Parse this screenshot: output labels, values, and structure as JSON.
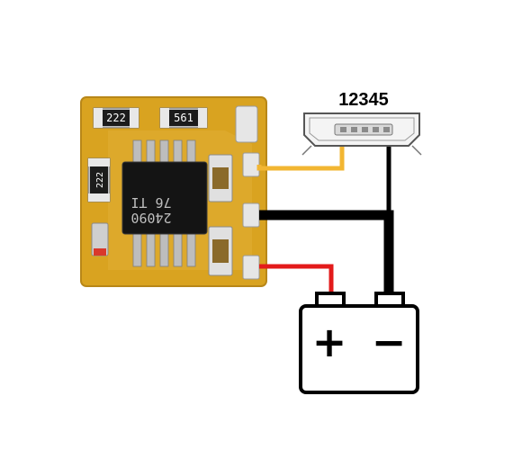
{
  "board": {
    "resistor_labels": [
      "222",
      "561",
      "222"
    ],
    "chip_lines": [
      "76  TI",
      "24090"
    ]
  },
  "connector": {
    "pin_label": "12345"
  },
  "battery": {
    "plus_symbol": "+",
    "minus_symbol": "−"
  },
  "colors": {
    "pcb": "#d9a320",
    "pcb_edge": "#b88718",
    "data_wire": "#f2b632",
    "ground_wire": "#000000",
    "positive_wire": "#e31b1b"
  }
}
